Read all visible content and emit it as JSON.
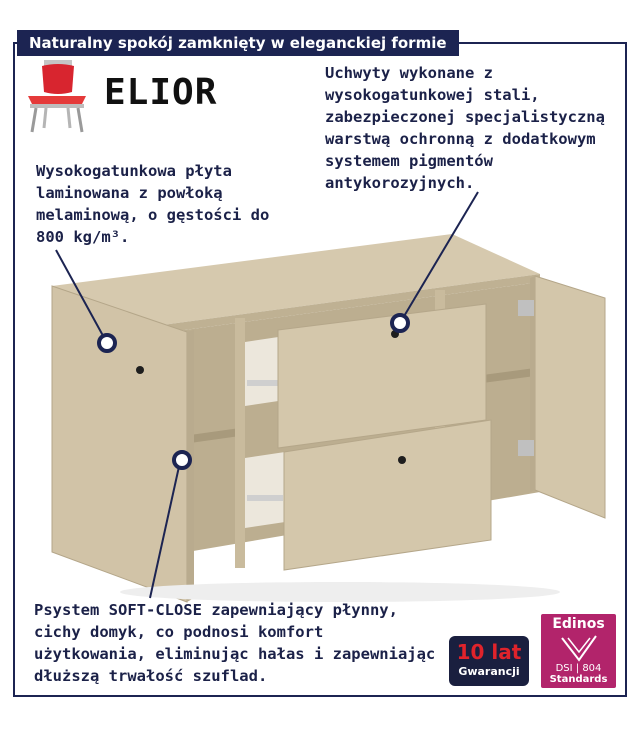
{
  "banner": {
    "title": "Naturalny spokój zamknięty w eleganckiej formie"
  },
  "brand": {
    "name": "ELIOR",
    "logo_icon": "red-chair-icon"
  },
  "callouts": {
    "handles": "Uchwyty wykonane z wysokogatunkowej stali, zabezpieczonej specjalistyczną warstwą ochronną z dodatkowym systemem pigmentów antykorozyjnych.",
    "board": "Wysokogatunkowa płyta laminowana z powłoką melaminową, o gęstości do 800 kg/m³.",
    "softclose_prefix": "Psystem ",
    "softclose_highlight": "SOFT-CLOSE",
    "softclose_rest": " zapewniający płynny, cichy domyk, co podnosi komfort użytkowania, eliminując hałas i zapewniając dłuższą trwałość szuflad."
  },
  "warranty_badge": {
    "number": "10 lat",
    "label": "Gwarancji"
  },
  "certification_badge": {
    "title": "Edinos",
    "code_left": "DSI",
    "code_right": "804",
    "label": "Standards"
  },
  "colors": {
    "navy": "#1c2452",
    "cabinet": "#cdbfa3",
    "magenta": "#b2246b",
    "red": "#e0232b"
  }
}
